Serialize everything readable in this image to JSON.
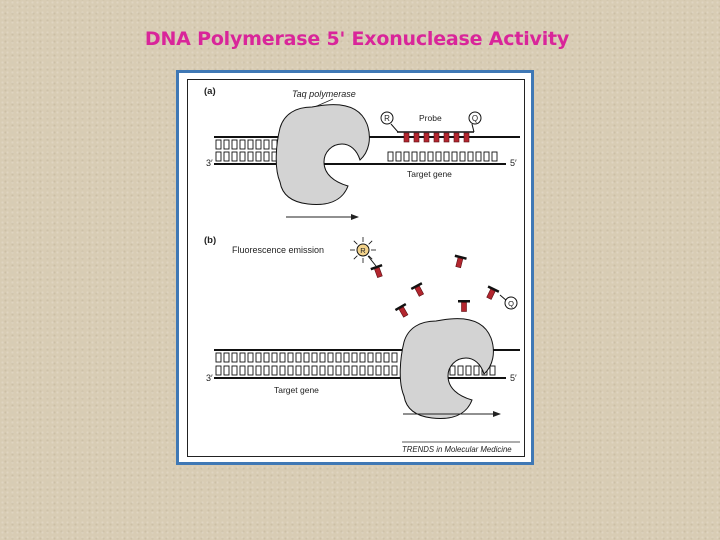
{
  "slide": {
    "title": "DNA Polymerase 5' Exonuclease Activity"
  },
  "figure": {
    "panel_a": {
      "label": "(a)",
      "enzyme_label": "Taq polymerase",
      "probe_label": "Probe",
      "reporter_label": "R",
      "quencher_label": "Q",
      "strand_left_label": "3′",
      "strand_right_label": "5′",
      "gene_label": "Target gene"
    },
    "panel_b": {
      "label": "(b)",
      "emission_label": "Fluorescence emission",
      "reporter_label": "R",
      "quencher_label": "Q",
      "strand_left_label": "3′",
      "strand_right_label": "5′",
      "gene_label": "Target gene"
    },
    "credit": "TRENDS in Molecular Medicine",
    "colors": {
      "probe": "#b3262e",
      "enzyme_fill": "#d3d3d3",
      "frame": "#3f78b5",
      "title": "#d9259a"
    }
  }
}
